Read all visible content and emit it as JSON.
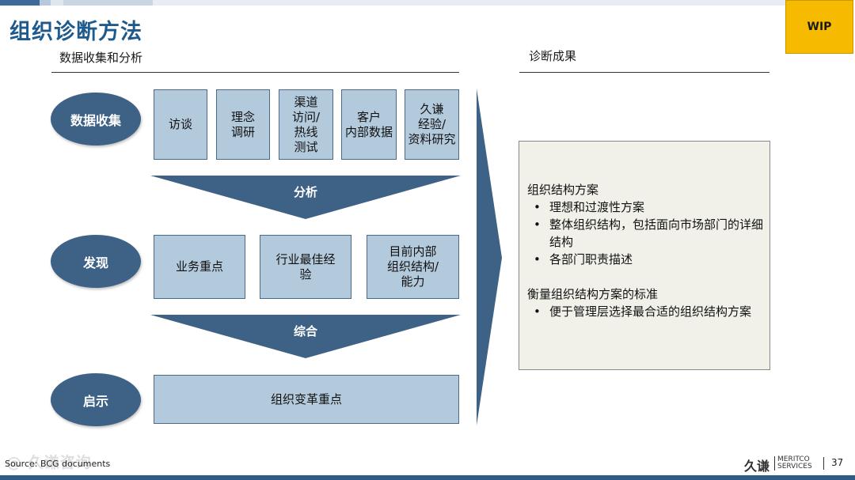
{
  "header": {
    "title": "组织诊断方法",
    "wip_badge": "WIP"
  },
  "left_section": {
    "title": "数据收集和分析",
    "stages": [
      {
        "label": "数据收集"
      },
      {
        "label": "发现"
      },
      {
        "label": "启示"
      }
    ],
    "collection_boxes": [
      "访谈",
      "理念\n调研",
      "渠道\n访问/\n热线\n测试",
      "客户\n内部数据",
      "久谦\n经验/\n资料研究"
    ],
    "analysis_label": "分析",
    "finding_boxes": [
      "业务重点",
      "行业最佳经\n验",
      "目前内部\n组织结构/\n能力"
    ],
    "synthesis_label": "综合",
    "implication_box": "组织变革重点"
  },
  "right_section": {
    "title": "诊断成果",
    "group1_title": "组织结构方案",
    "group1_items": [
      "理想和过渡性方案",
      "整体组织结构，包括面向市场部门的详细结构",
      "各部门职责描述"
    ],
    "group2_title": "衡量组织结构方案的标准",
    "group2_items": [
      "便于管理层选择最合适的组织结构方案"
    ]
  },
  "footer": {
    "source": "Source: BCG documents",
    "watermark": "@ 久谦咨询",
    "logo_cn": "久谦",
    "logo_en_1": "MERITCO",
    "logo_en_2": "SERVICES",
    "page_number": "37"
  },
  "colors": {
    "title": "#1f5a8c",
    "oval": "#3e6286",
    "box": "#b3c9dc",
    "wip": "#f6bb00"
  }
}
